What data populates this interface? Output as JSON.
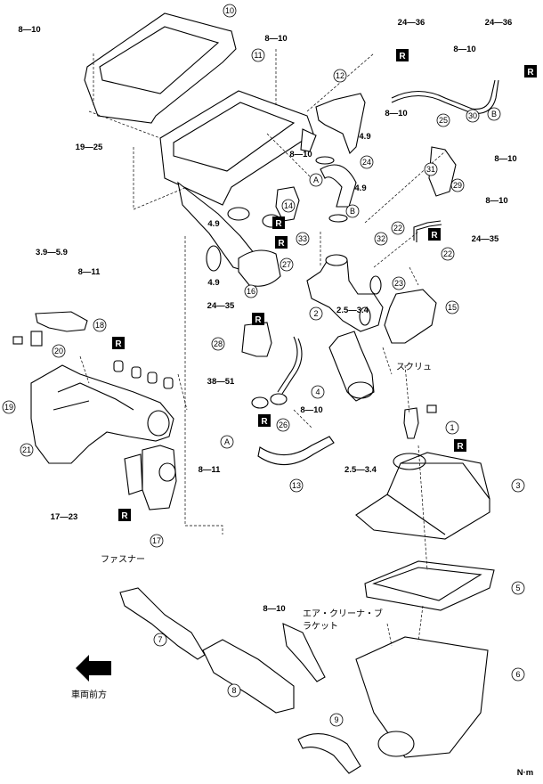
{
  "part_numbers": [
    "10",
    "11",
    "12",
    "25",
    "30",
    "B",
    "24",
    "A",
    "14",
    "B",
    "33",
    "31",
    "29",
    "32",
    "22",
    "22",
    "27",
    "16",
    "23",
    "15",
    "18",
    "2",
    "28",
    "20",
    "19",
    "4",
    "26",
    "1",
    "3",
    "21",
    "A",
    "13",
    "17",
    "5",
    "7",
    "6",
    "8",
    "9"
  ],
  "torque_labels": [
    "8—10",
    "8—10",
    "24—36",
    "24—36",
    "8—10",
    "8—10",
    "4.9",
    "19—25",
    "8—10",
    "4.9",
    "8—10",
    "8—10",
    "4.9",
    "24—35",
    "3.9—5.9",
    "8—11",
    "4.9",
    "24—35",
    "2.5—3.4",
    "38—51",
    "8—10",
    "2.5—3.4",
    "8—11",
    "17—23",
    "8—10"
  ],
  "replace_badge": "R",
  "replace_badge_count": 10,
  "notes": {
    "screw": "スクリュ",
    "fastener": "ファスナー",
    "bracket_line1": "エア・クリーナ・ブ",
    "bracket_line2": "ラケット",
    "vehicle_front": "車両前方",
    "unit": "N·m"
  }
}
